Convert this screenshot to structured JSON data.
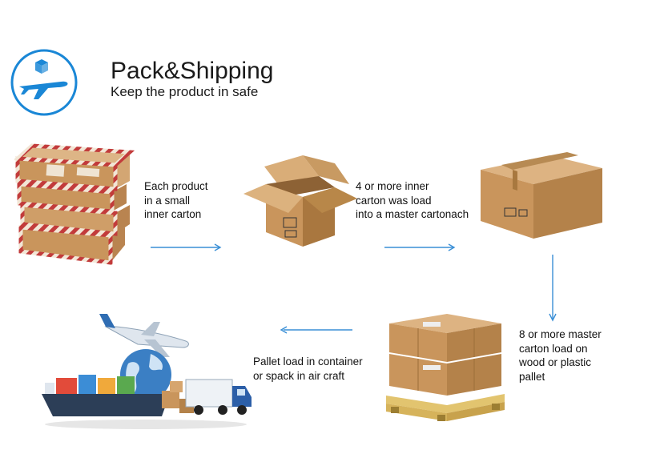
{
  "header": {
    "title": "Pack&Shipping",
    "subtitle": "Keep the product in safe",
    "logo_icon": "box-airplane-icon",
    "accent_color": "#1a87d6"
  },
  "steps": [
    {
      "caption": "Each product\nin a small\ninner carton",
      "image_icon": "stacked-mail-cartons-icon"
    },
    {
      "caption": "4 or more inner\ncarton was load\ninto a master cartonach",
      "image_icon": "open-carton-icon"
    },
    {
      "caption": "8 or more master\ncarton load on\nwood  or plastic\npallet",
      "image_icon": "sealed-master-carton-icon"
    },
    {
      "caption": "Pallet load in container\nor spack in air craft",
      "image_icon": "pallet-cartons-icon"
    }
  ],
  "shipping_image_icon": "ship-plane-truck-globe-icon",
  "colors": {
    "carton": "#c9955c",
    "carton_dark": "#a9773f",
    "arrow": "#3a8fd6"
  }
}
